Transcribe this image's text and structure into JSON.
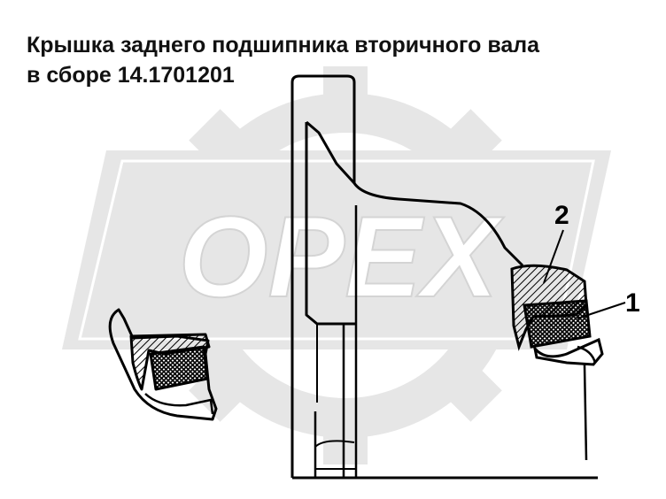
{
  "title": {
    "line1": "Крышка заднего подшипника вторичного вала",
    "line2": "в сборе 14.1701201"
  },
  "watermark": {
    "text": "OPEX",
    "color": "#e6e6e6"
  },
  "callouts": [
    {
      "label": "1"
    },
    {
      "label": "2"
    }
  ],
  "colors": {
    "line": "#000000",
    "background": "#ffffff",
    "watermark": "#e6e6e6"
  }
}
